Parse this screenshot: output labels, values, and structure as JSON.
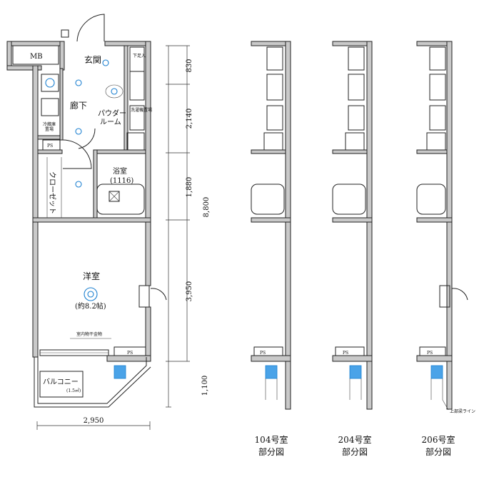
{
  "main_plan": {
    "rooms": {
      "entrance": "玄関",
      "corridor": "廊下",
      "powder_room": "パウダー\nルーム",
      "bath": "浴室",
      "bath_size": "(1116)",
      "closet": "クローゼット",
      "western_room": "洋室",
      "western_room_size": "(約8.2帖)",
      "balcony": "バルコニー",
      "balcony_size": "(1.5㎡)",
      "mb": "MB",
      "ps": "PS",
      "fridge": "冷蔵庫\n置場",
      "shoe_box": "下足入",
      "washer": "洗濯機置場",
      "hanger": "室内物干金物"
    },
    "dimensions": {
      "d1": "830",
      "d2": "2,140",
      "d3": "1,880",
      "d4": "3,950",
      "d5": "1,100",
      "total": "8,800",
      "width": "2,950"
    }
  },
  "partial_plans": [
    {
      "caption_line1": "104号室",
      "caption_line2": "部分図"
    },
    {
      "caption_line1": "204号室",
      "caption_line2": "部分図"
    },
    {
      "caption_line1": "206号室",
      "caption_line2": "部分図"
    }
  ],
  "annotations": {
    "upper_line": "上部梁ライン"
  }
}
